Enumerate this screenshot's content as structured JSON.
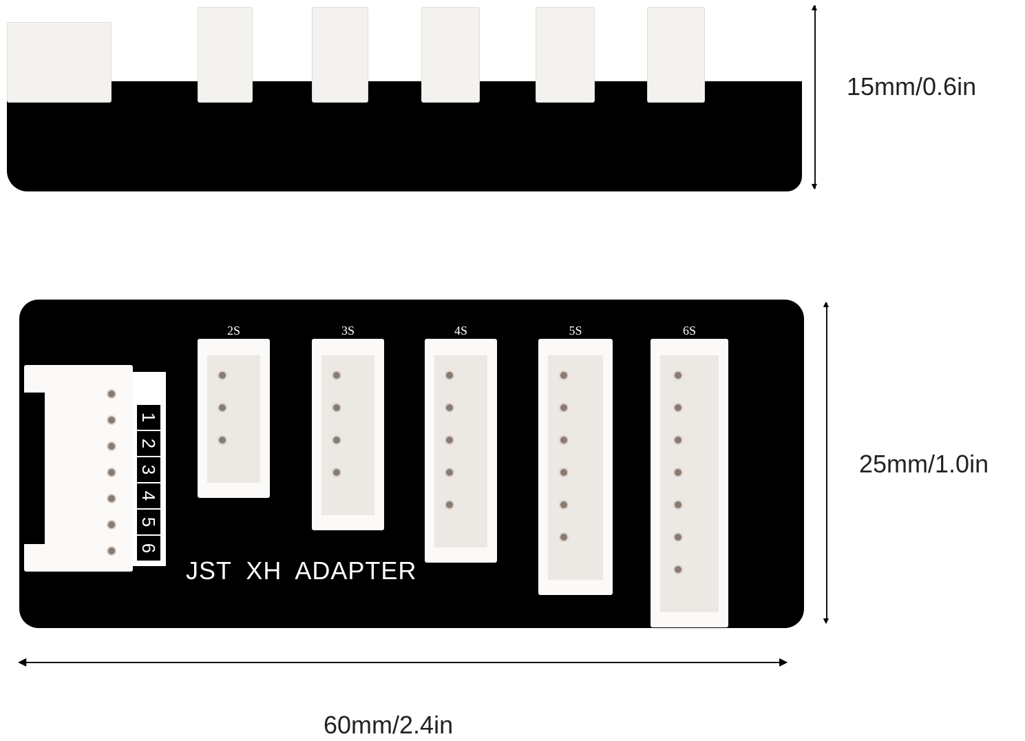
{
  "dimensions": {
    "height": "15mm/0.6in",
    "width": "25mm/1.0in",
    "length": "60mm/2.4in"
  },
  "board": {
    "title": "JST XH ADAPTER",
    "pin_numbers": [
      "1",
      "2",
      "3",
      "4",
      "5",
      "6"
    ],
    "connectors": [
      {
        "label": "2S",
        "pins": 3
      },
      {
        "label": "3S",
        "pins": 4
      },
      {
        "label": "4S",
        "pins": 5
      },
      {
        "label": "5S",
        "pins": 6
      },
      {
        "label": "6S",
        "pins": 7
      }
    ]
  }
}
